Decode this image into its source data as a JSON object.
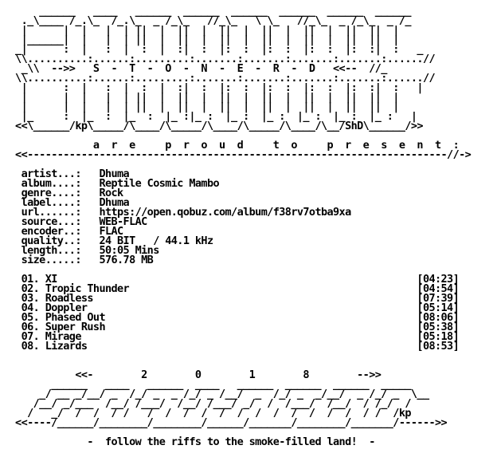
{
  "colors": {
    "background": "#ffffff",
    "text": "#000000"
  },
  "nfo": {
    "lines": [
      "      ______   ____   ______  ______  ______  ______  ______  ______",
      "   ._\\____ /_.\\_  /_.\\_  _ /_\\_   //_\\_   \\ \\_   //_\\_  _ /_\\_  _ /_",
      "   |      |  |   |  | ||  |  ||  |  ||  |  ||  |  ||  |  ||  ||  |",
      "   |______|  |   |  | ||  |  ||  |  ||  |  ||  |  ||  |  ||  ||  |",
      "  _|      :  |   :  |  :  |  :|  :  |:  :  |:  :  |:  :  |:  :|  :   _",
      "  \\\\..........:......:.........:.......:.......:.......:.......:......//",
      "   _\\\\  -->>   S  -  T  -  O  -  N  -  E  -  R  -  D   <<--  //_",
      "  \\\\..........:......:.........:.......:.......:.......:.......:......//",
      "   |      :  |   :  |  :  |  :|  :  |:  :  |:  :  |:  :  |:  :|  :   |",
      "   |      |  |   |  | ||  |  ||  |  ||  |  ||  |  ||  |  ||  ||  |",
      "   |      |  |   |  | ||  |  ||  |  ||  |  ||  |  ||  |  ||  ||  |",
      "   |_     :  |_  :  |_  :  |_ :|_ :  |_ :  |_ :  |_ :  |_ :  |_ :   |",
      "  <<\\______/kp\\_____/\\____/\\_____/\\____/\\_____/\\____/\\__/ShD\\______/>>",
      "",
      "               a  r  e     p  r  o  u  d     t  o     p  r  e  s  e  n  t  :",
      "  <<----------------------------------------------------------------------//->",
      "",
      "   artist...:   Dhuma",
      "   album....:   Reptile Cosmic Mambo",
      "   genre....:   Rock",
      "   label....:   Dhuma",
      "   url......:   https://open.qobuz.com/album/f38rv7otba9xa",
      "   source...:   WEB-FLAC",
      "   encoder..:   FLAC",
      "   quality..:   24 BIT   / 44.1 kHz",
      "   length...:   50:05 Mins",
      "   size.....:   576.78 MB",
      "",
      "   01. XI                                                            [04:23]",
      "   02. Tropic Thunder                                                [04:54]",
      "   03. Roadless                                                      [07:39]",
      "   04. Doppler                                                       [05:14]",
      "   05. Phased Out                                                    [08:06]",
      "   06. Super Rush                                                    [05:38]",
      "   07. Mirage                                                        [05:18]",
      "   08. Lizards                                                       [08:53]",
      "",
      "",
      "            <<-        2        0        1        8        -->>",
      "        ______   ____   ______  ____   ______  ______  ______  _____",
      "      _/ __ _/__/ _  /_/ _  _ /_/ _ /__/  _  /_/ _  _/__/  _ /_/ _  \\__",
      "     /__/ _/___  /__/ /___/  /__/ /___/ _/  /  /___/  /__/  / /_/  /",
      "    /   _/  /  /  / /   /  /  /  /  /  /  /  /  /  /  /  /  / /  /kp",
      "  <<----/______/________/________/______/_______/________/_______/------>>",
      "",
      "              -  follow the riffs to the smoke-filled land!  -"
    ]
  }
}
